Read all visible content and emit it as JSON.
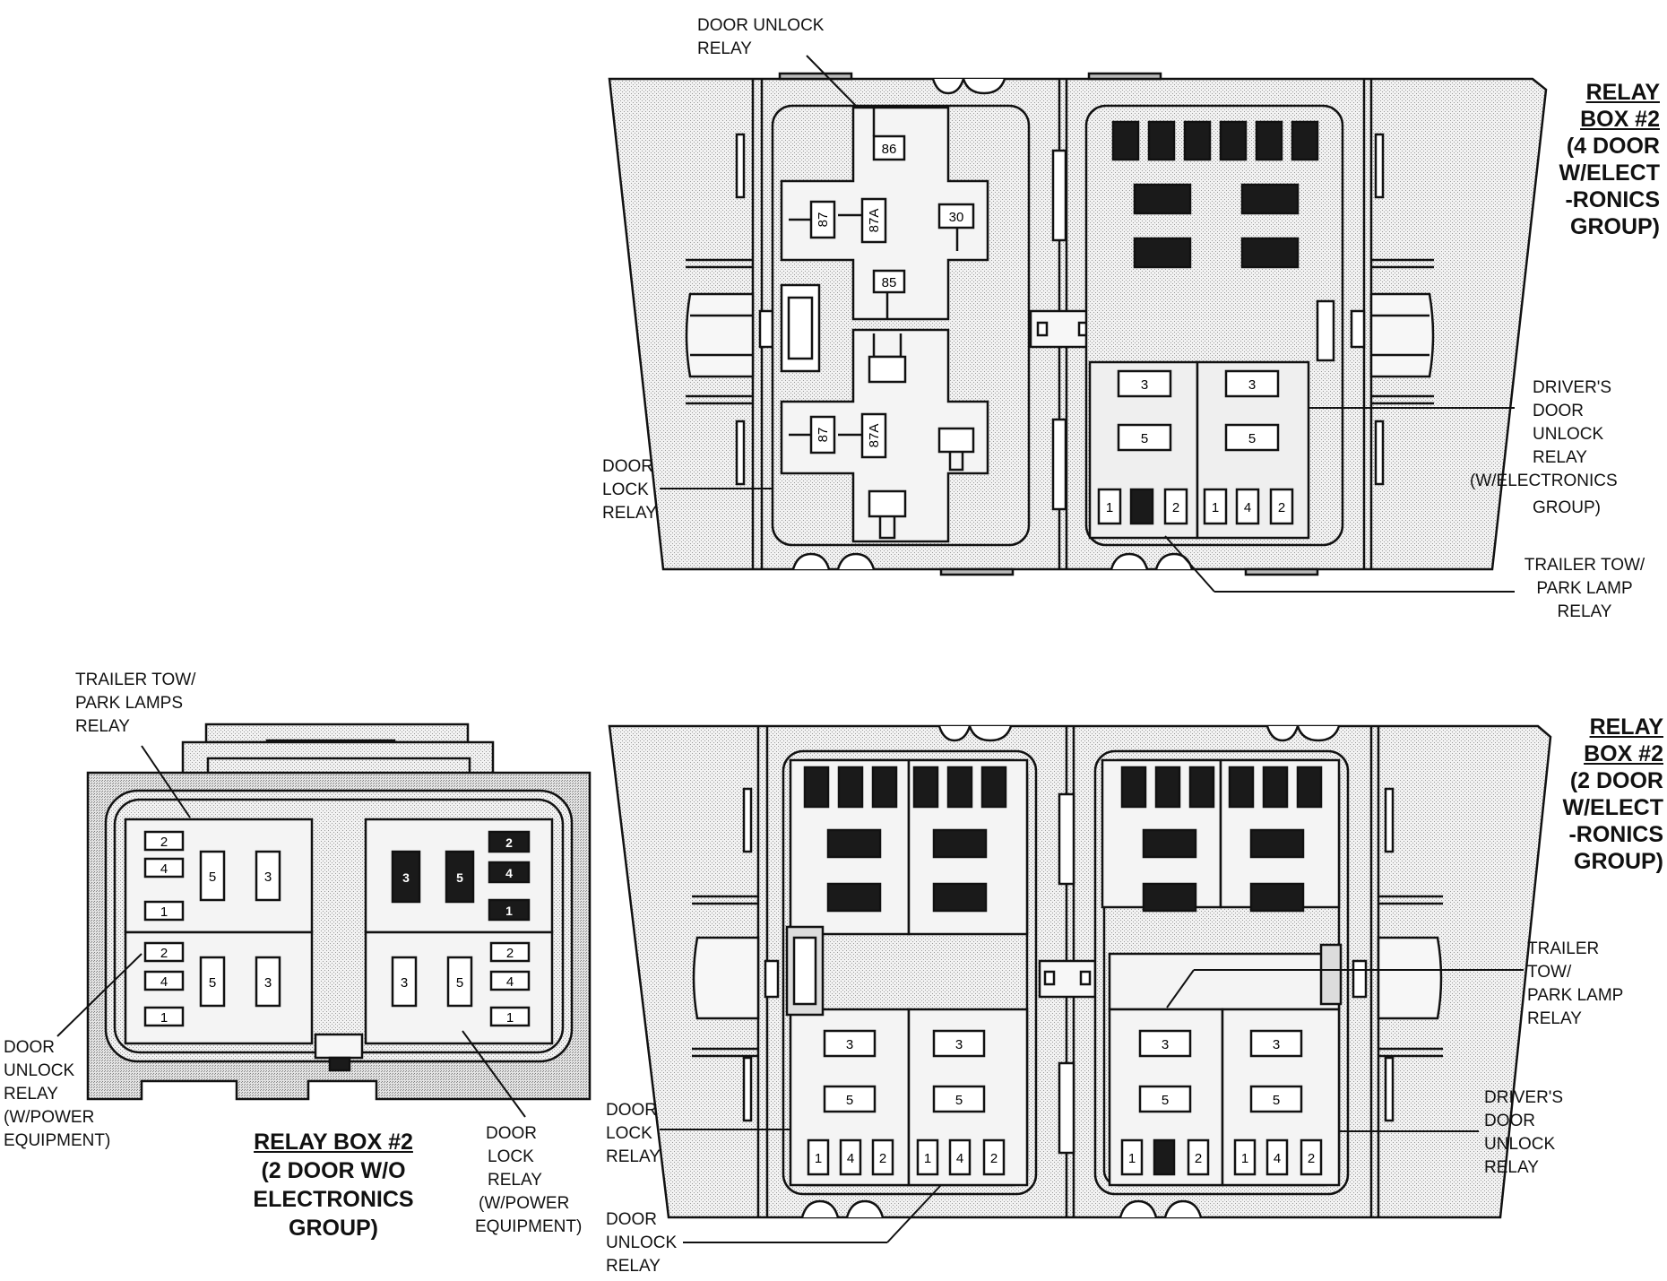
{
  "diagram": {
    "callouts": {
      "top_door_unlock": [
        "DOOR UNLOCK",
        "RELAY"
      ],
      "top_door_lock": [
        "DOOR",
        "LOCK",
        "RELAY"
      ],
      "top_drivers_door_unlock": [
        "DRIVER'S",
        "DOOR",
        "UNLOCK",
        "RELAY",
        "(W/ELECTRONICS",
        "GROUP)"
      ],
      "top_trailer_tow": [
        "TRAILER TOW/",
        "PARK LAMP",
        "RELAY"
      ],
      "small_trailer_tow": [
        "TRAILER TOW/",
        "PARK LAMPS",
        "RELAY"
      ],
      "small_door_unlock": [
        "DOOR",
        "UNLOCK",
        "RELAY",
        "(W/POWER",
        "EQUIPMENT)"
      ],
      "small_door_lock": [
        "DOOR",
        "LOCK",
        "RELAY",
        "(W/POWER",
        "EQUIPMENT)"
      ],
      "bottom_trailer_tow": [
        "TRAILER",
        "TOW/",
        "PARK LAMP",
        "RELAY"
      ],
      "bottom_drivers_door_unlock": [
        "DRIVER'S",
        "DOOR",
        "UNLOCK",
        "RELAY"
      ],
      "bottom_door_lock": [
        "DOOR",
        "LOCK",
        "RELAY"
      ],
      "bottom_door_unlock": [
        "DOOR",
        "UNLOCK",
        "RELAY"
      ]
    },
    "titles": {
      "top": [
        "RELAY",
        "BOX #2",
        "(4 DOOR",
        "W/ELECT",
        "-RONICS",
        "GROUP)"
      ],
      "bottom_right": [
        "RELAY",
        "BOX #2",
        "(2 DOOR",
        "W/ELECT",
        "-RONICS",
        "GROUP)"
      ],
      "bottom_left": [
        "RELAY BOX #2",
        "(2 DOOR W/O",
        "ELECTRONICS",
        "GROUP)"
      ]
    },
    "pins": {
      "p86": "86",
      "p87": "87",
      "p87a": "87A",
      "p30": "30",
      "p85": "85",
      "p1": "1",
      "p2": "2",
      "p3": "3",
      "p4": "4",
      "p5": "5"
    },
    "colors": {
      "ink": "#111111",
      "housing": "#e2e2e2",
      "terminal_dark": "#1a1a1a",
      "terminal_light": "#ffffff"
    }
  }
}
